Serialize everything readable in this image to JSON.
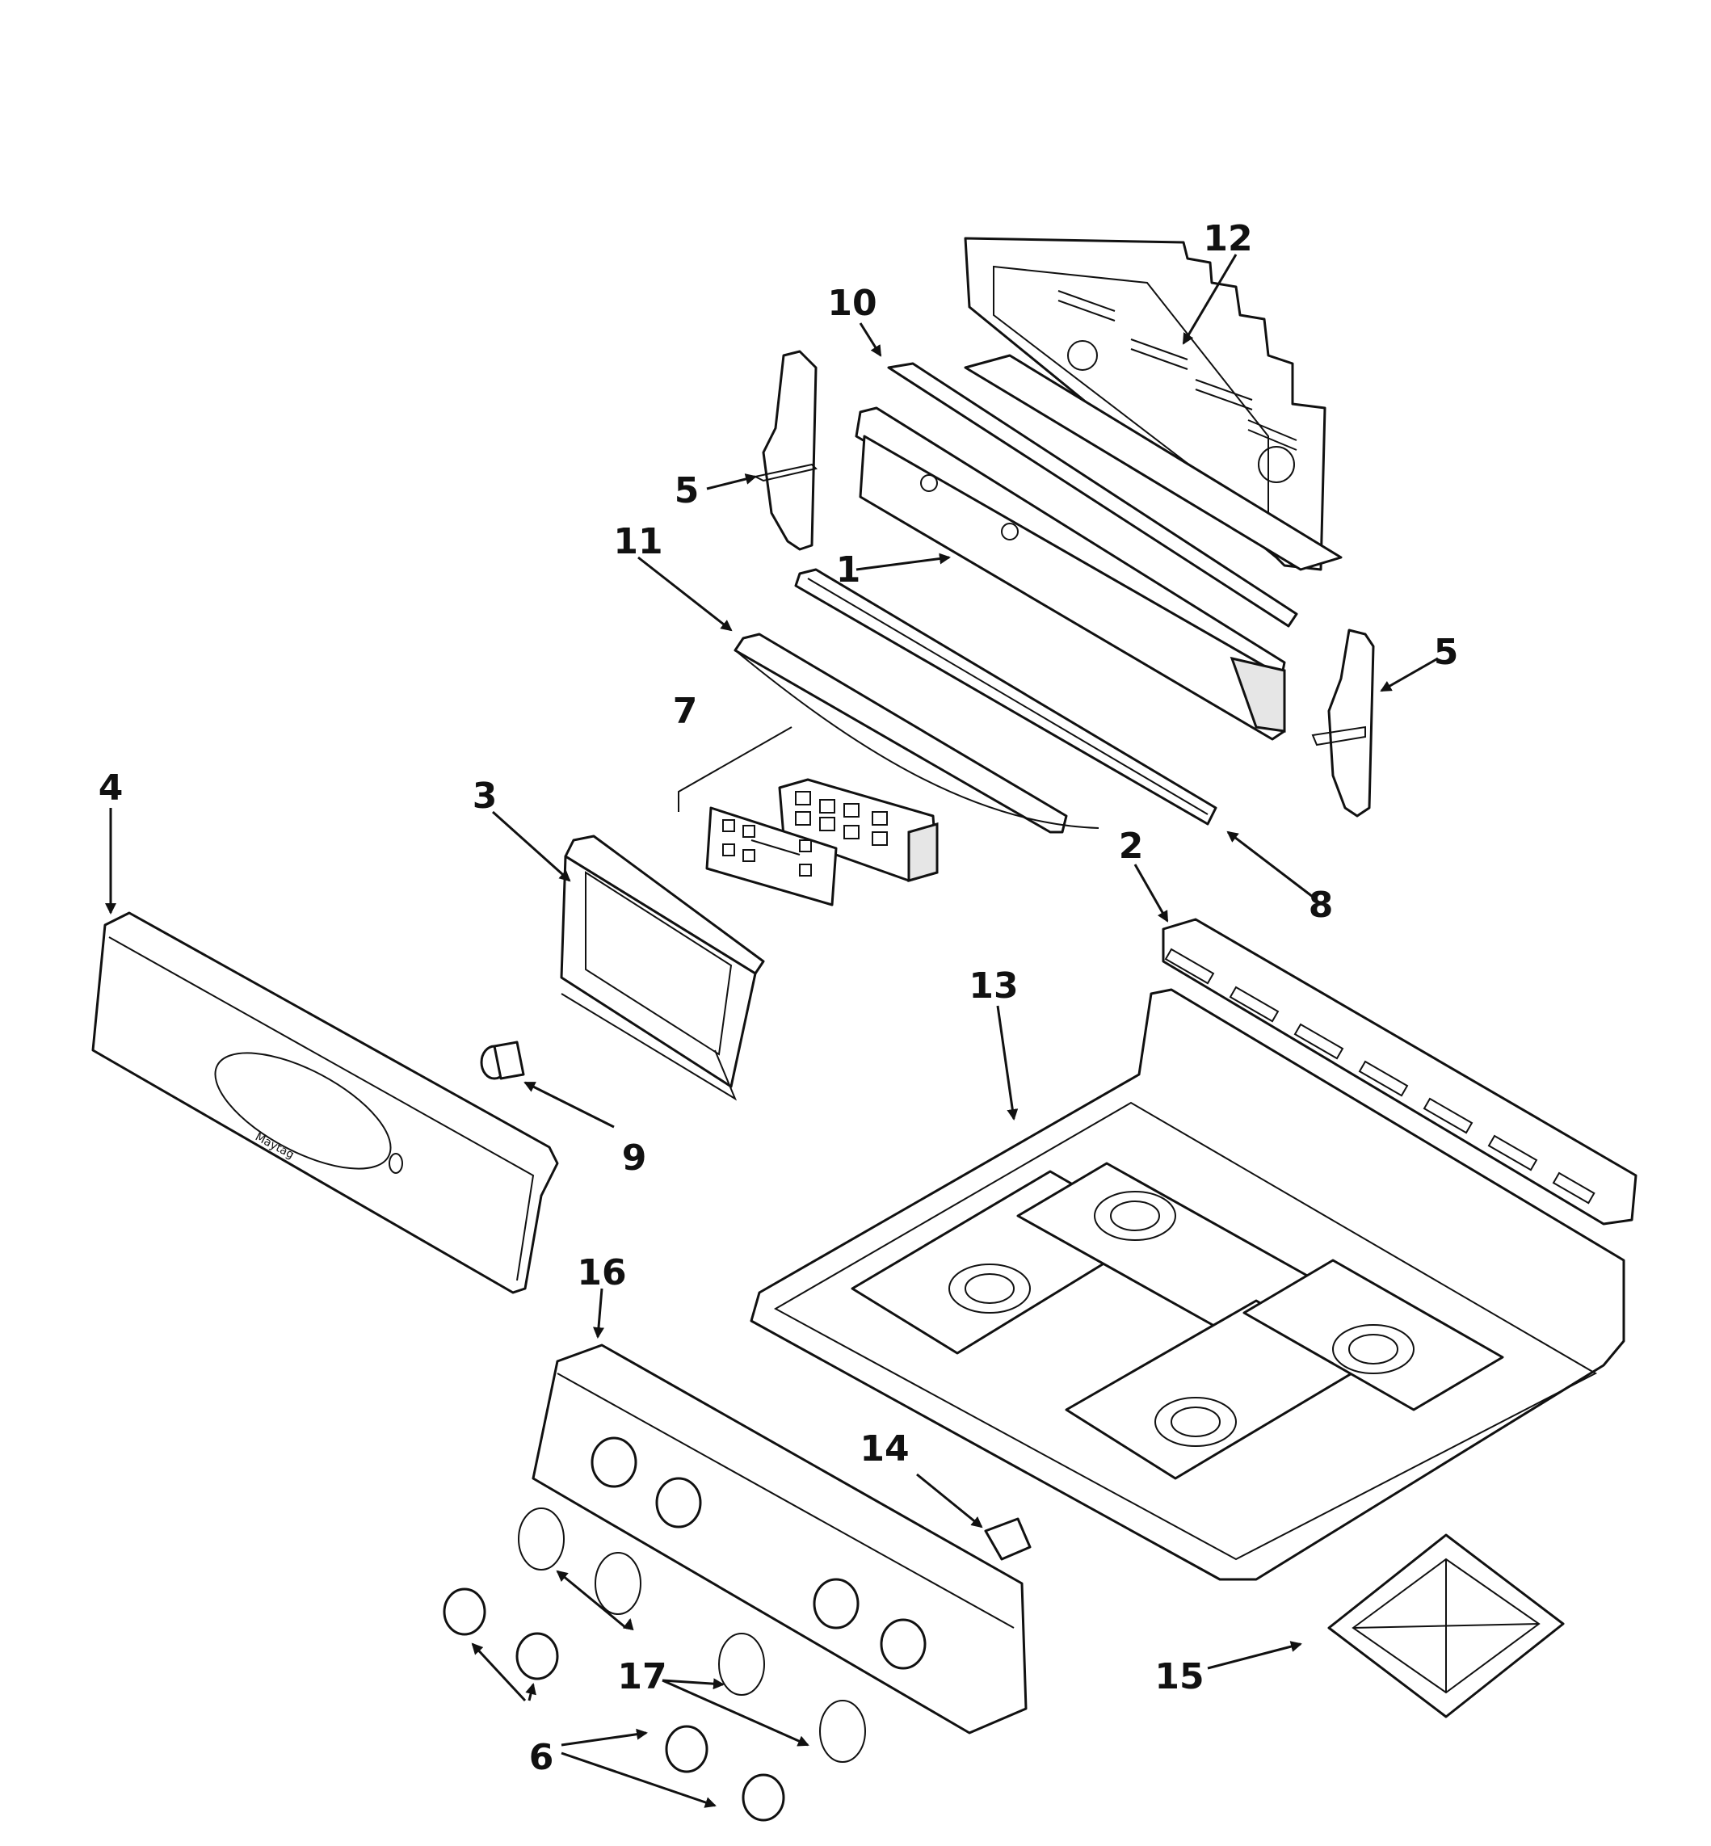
{
  "callouts": {
    "c1": "1",
    "c2": "2",
    "c3": "3",
    "c4": "4",
    "c5a": "5",
    "c5b": "5",
    "c6": "6",
    "c7": "7",
    "c8": "8",
    "c9": "9",
    "c10": "10",
    "c11": "11",
    "c12": "12",
    "c13": "13",
    "c14": "14",
    "c15": "15",
    "c16": "16",
    "c17": "17"
  },
  "colors": {
    "line": "#111111",
    "background": "#ffffff"
  }
}
